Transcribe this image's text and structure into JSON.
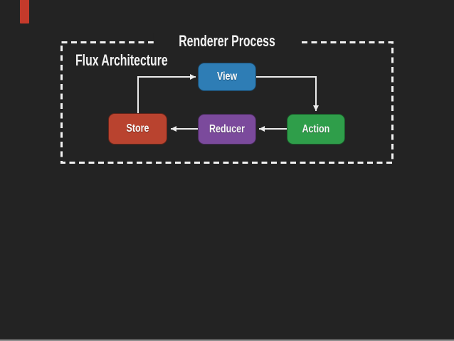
{
  "slide": {
    "background_color": "#232323",
    "accent_bar_color": "#c43a2b",
    "text_color": "#f2f2f2",
    "boundary_label": "Renderer Process",
    "title": "Flux Architecture"
  },
  "diagram": {
    "nodes": {
      "view": {
        "label": "View",
        "color": "#2e7db5"
      },
      "store": {
        "label": "Store",
        "color": "#b9432f"
      },
      "reducer": {
        "label": "Reducer",
        "color": "#7b4a9c"
      },
      "action": {
        "label": "Action",
        "color": "#2f9e4a"
      }
    },
    "edges": [
      {
        "from": "store",
        "to": "view"
      },
      {
        "from": "view",
        "to": "action"
      },
      {
        "from": "action",
        "to": "reducer"
      },
      {
        "from": "reducer",
        "to": "store"
      }
    ],
    "arrow_color": "#ececec",
    "boundary_border_color": "#f2f2f2"
  }
}
